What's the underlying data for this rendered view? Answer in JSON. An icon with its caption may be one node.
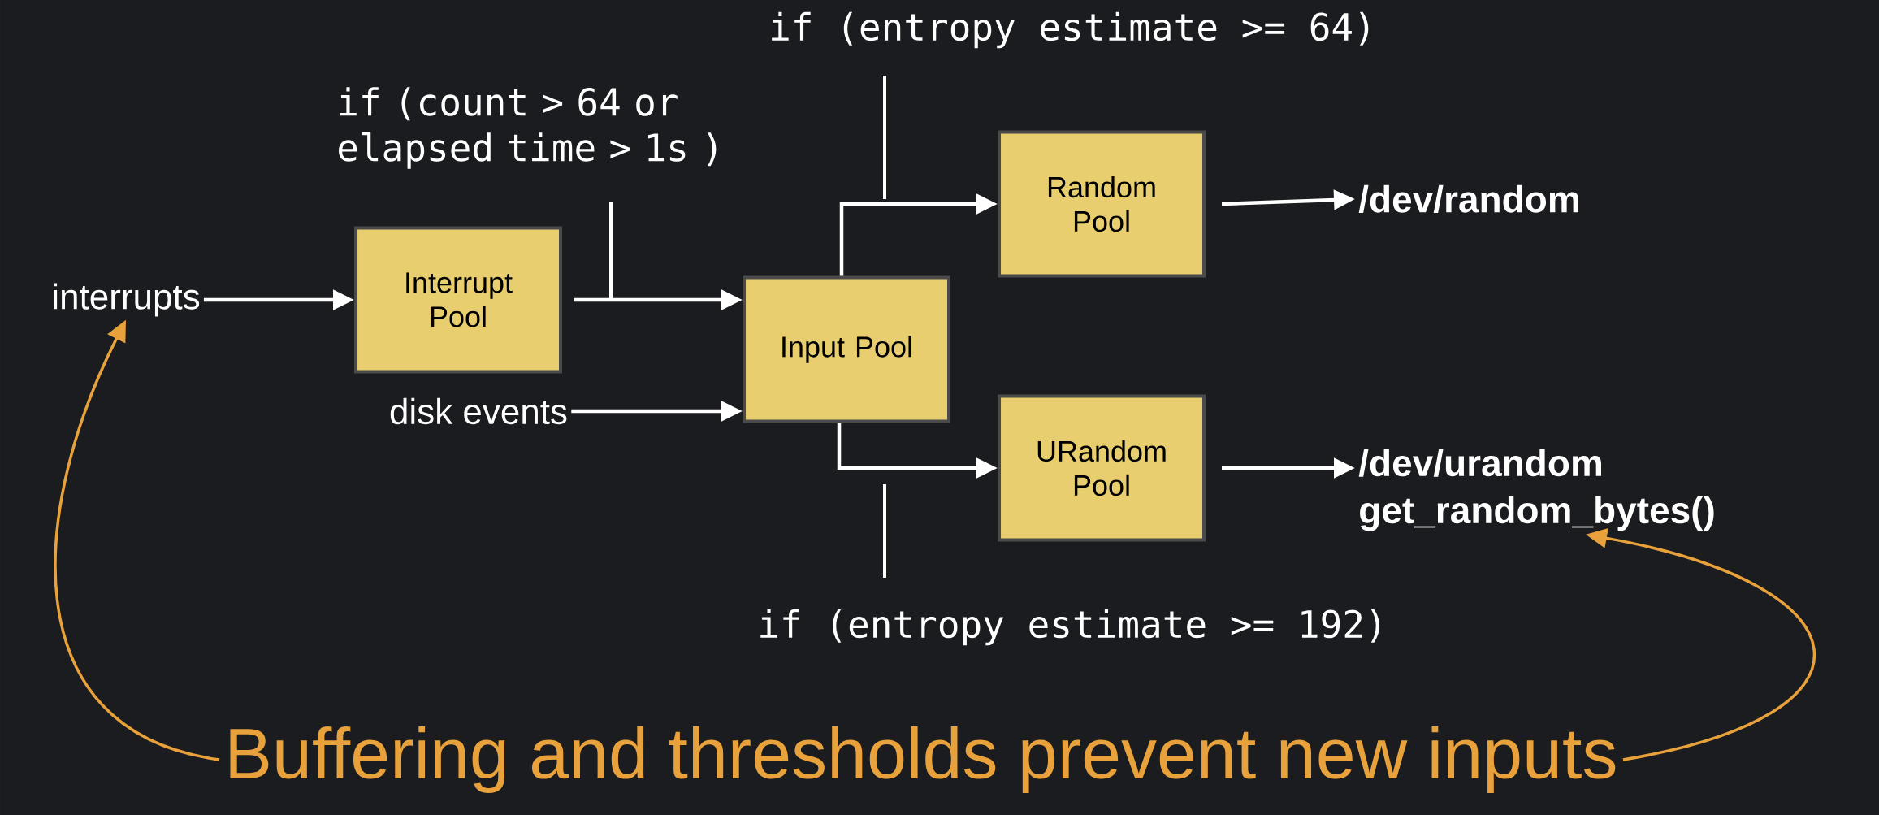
{
  "diagram": {
    "nodes": [
      {
        "text": [
          "interrupts"
        ]
      },
      {
        "text": [
          "Interrupt Pool"
        ]
      },
      {
        "text": [
          "disk events"
        ]
      },
      {
        "text": [
          "Input Pool"
        ]
      },
      {
        "text": [
          "Random Pool"
        ]
      },
      {
        "text": [
          "URandom Pool"
        ]
      },
      {
        "text": [
          "/dev/random"
        ]
      },
      {
        "text": [
          "/dev/urandom",
          "get_random_bytes()"
        ]
      },
      {
        "text": [
          "Buffering and thresholds prevent new inputs"
        ]
      }
    ],
    "edges": [
      {
        "from": 0,
        "to": 1,
        "arrow": "to"
      },
      {
        "from": 1,
        "to": 3,
        "arrow": "to"
      },
      {
        "from": 2,
        "to": 3,
        "arrow": "to"
      },
      {
        "from": 3,
        "to": 4,
        "arrow": "to"
      },
      {
        "from": 3,
        "to": 5,
        "arrow": "to"
      },
      {
        "from": 4,
        "to": 6,
        "arrow": "to"
      },
      {
        "from": 5,
        "to": 7,
        "arrow": "to"
      },
      {
        "from": 8,
        "to": 0,
        "arrow": "to",
        "color": "#e9a23b"
      },
      {
        "from": 8,
        "to": 7,
        "arrow": "to",
        "color": "#e9a23b"
      }
    ],
    "labels": [
      "if (entropy estimate >= 64)",
      "if (count > 64 or elapsed time > 1s )",
      "if (entropy estimate >= 192)"
    ]
  }
}
